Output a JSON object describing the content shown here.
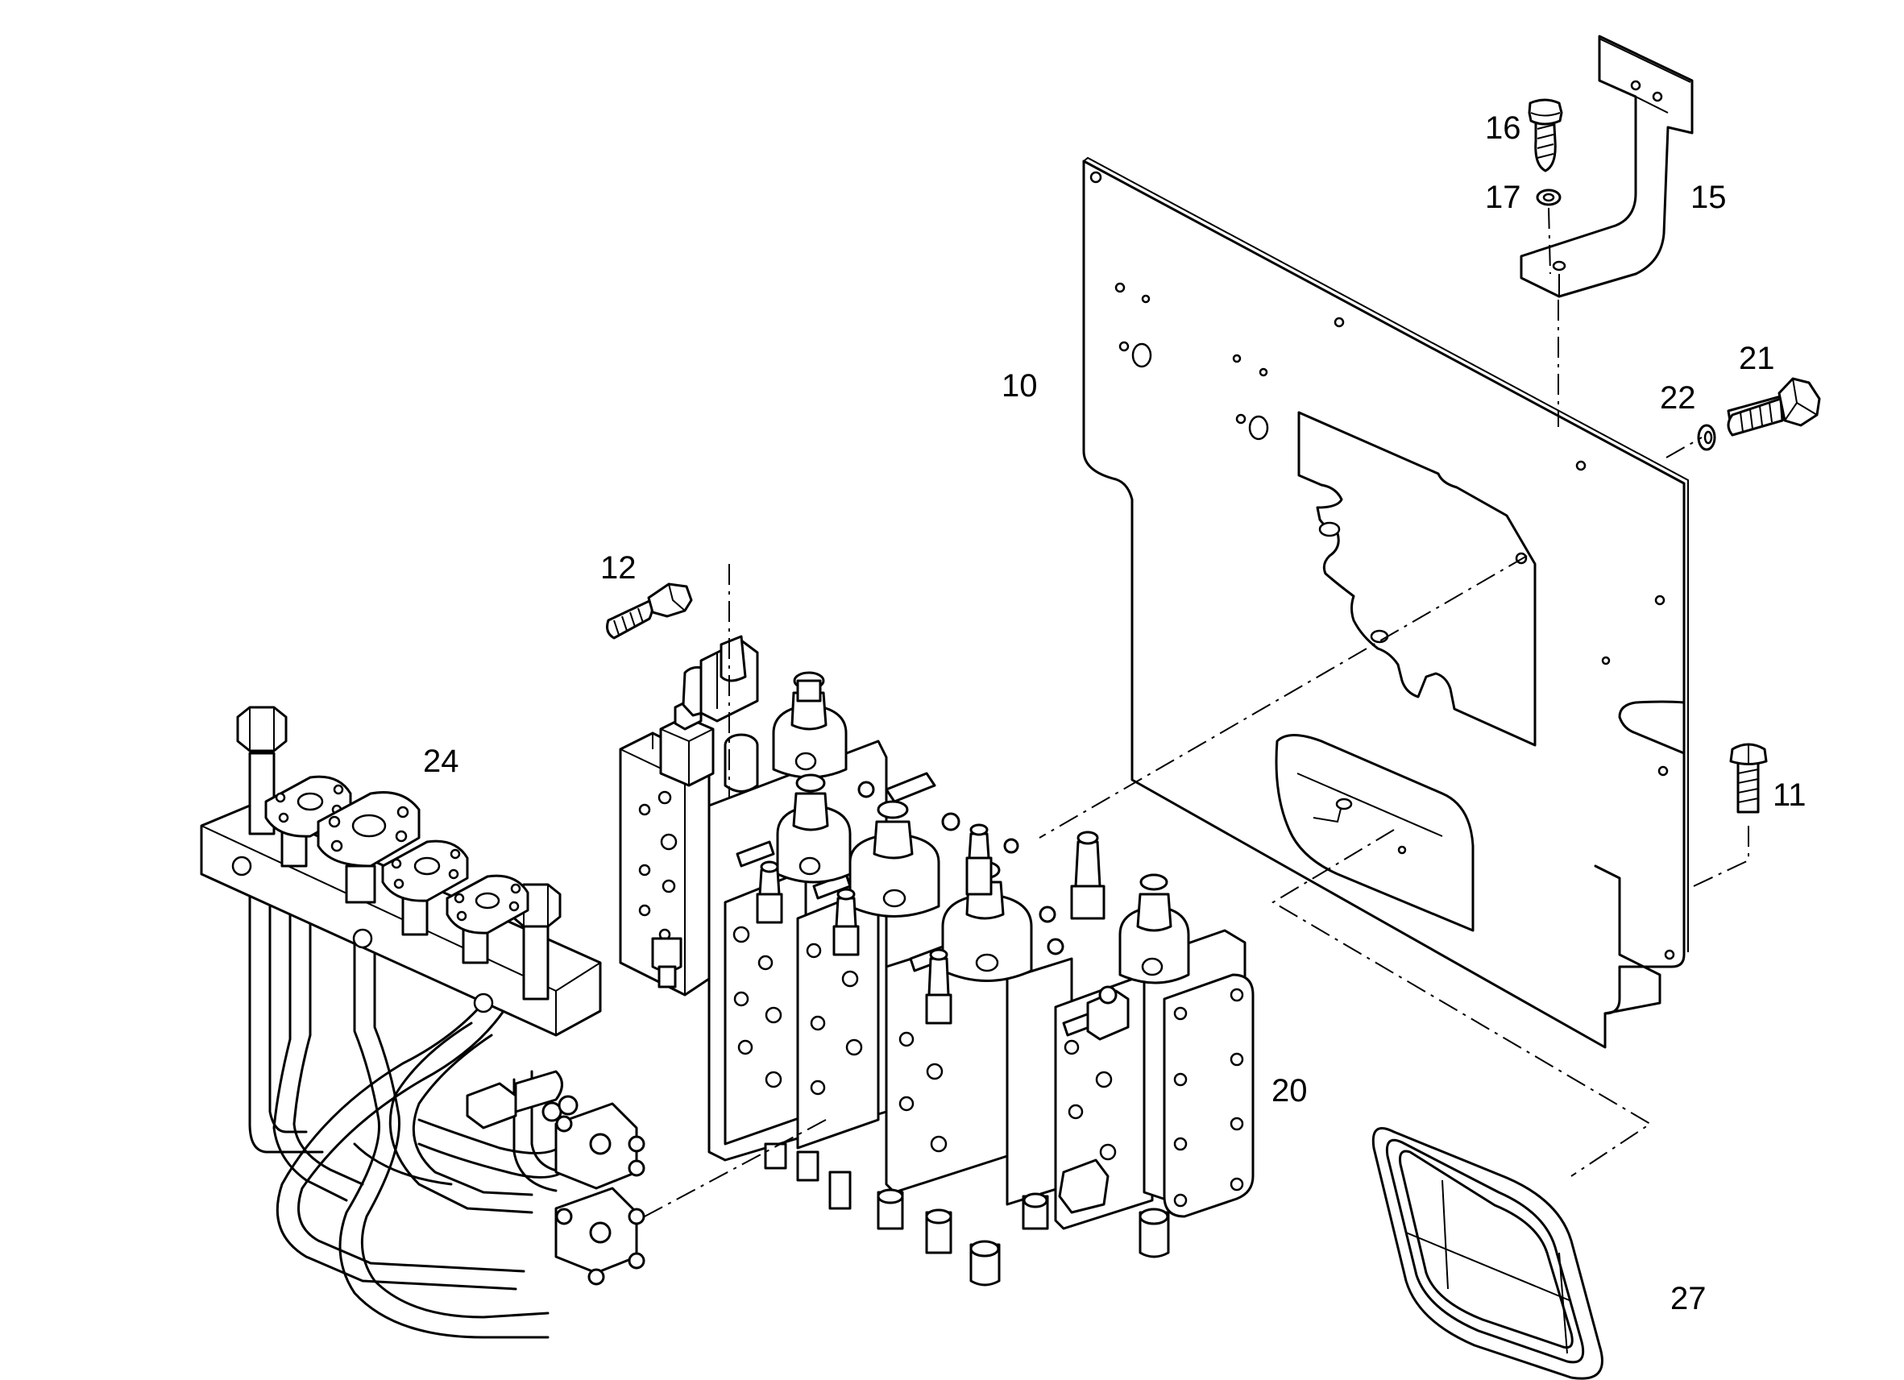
{
  "callouts": {
    "c10": "10",
    "c11": "11",
    "c12": "12",
    "c15": "15",
    "c16": "16",
    "c17": "17",
    "c20": "20",
    "c21": "21",
    "c22": "22",
    "c24": "24",
    "c27": "27"
  }
}
